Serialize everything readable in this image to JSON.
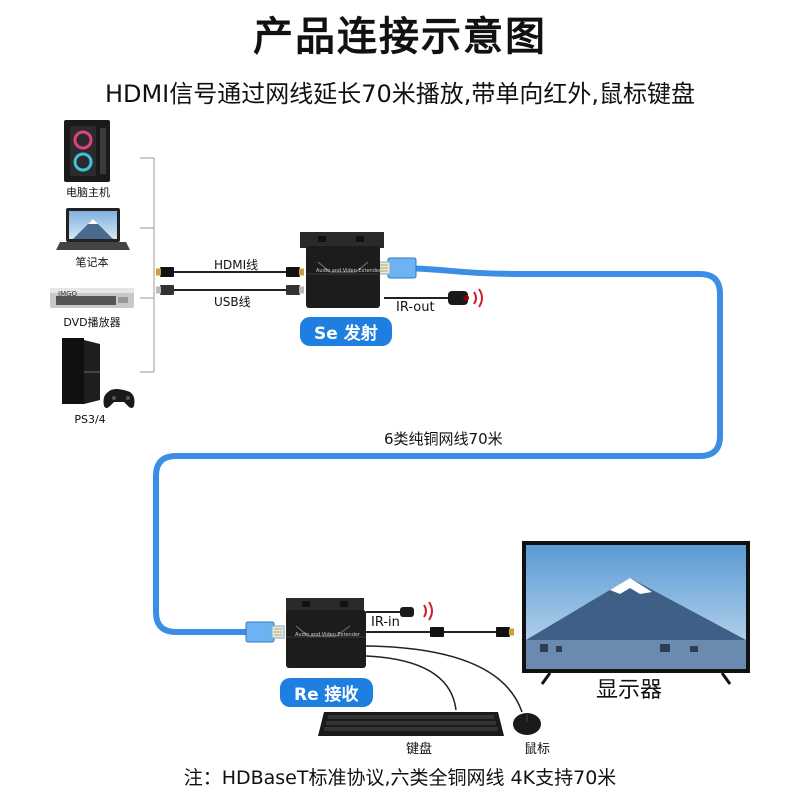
{
  "title": "产品连接示意图",
  "subtitle": "HDMI信号通过网线延长70米播放,带单向红外,鼠标键盘",
  "sources": {
    "pc": "电脑主机",
    "laptop": "笔记本",
    "dvd": "DVD播放器",
    "console": "PS3/4",
    "dvd_brand": "JMGO"
  },
  "cables": {
    "hdmi": "HDMI线",
    "usb": "USB线",
    "network": "6类纯铜网线70米"
  },
  "transmitter": {
    "badge": "Se 发射",
    "ir_label": "IR-out",
    "face_text": "Audio and Video Extender"
  },
  "receiver": {
    "badge": "Re 接收",
    "ir_label": "IR-in",
    "face_text": "Audio and Video Extender"
  },
  "display_label": "显示器",
  "keyboard_label": "键盘",
  "mouse_label": "鼠标",
  "footnote": "注：HDBaseT标准协议,六类全铜网线 4K支持70米",
  "colors": {
    "network_cable": "#3a8ee6",
    "badge": "#1f7fe0",
    "ir_wave": "#d0202a"
  }
}
